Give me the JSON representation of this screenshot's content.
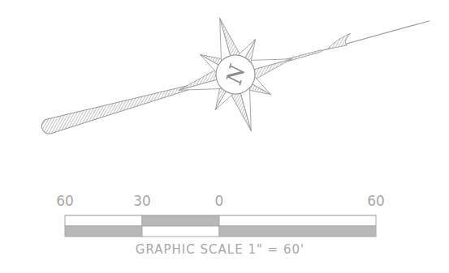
{
  "diagram": {
    "labels": [
      "60",
      "30",
      "0",
      "60",
      "GRAPHIC SCALE 1\" = 60'",
      "N"
    ]
  }
}
